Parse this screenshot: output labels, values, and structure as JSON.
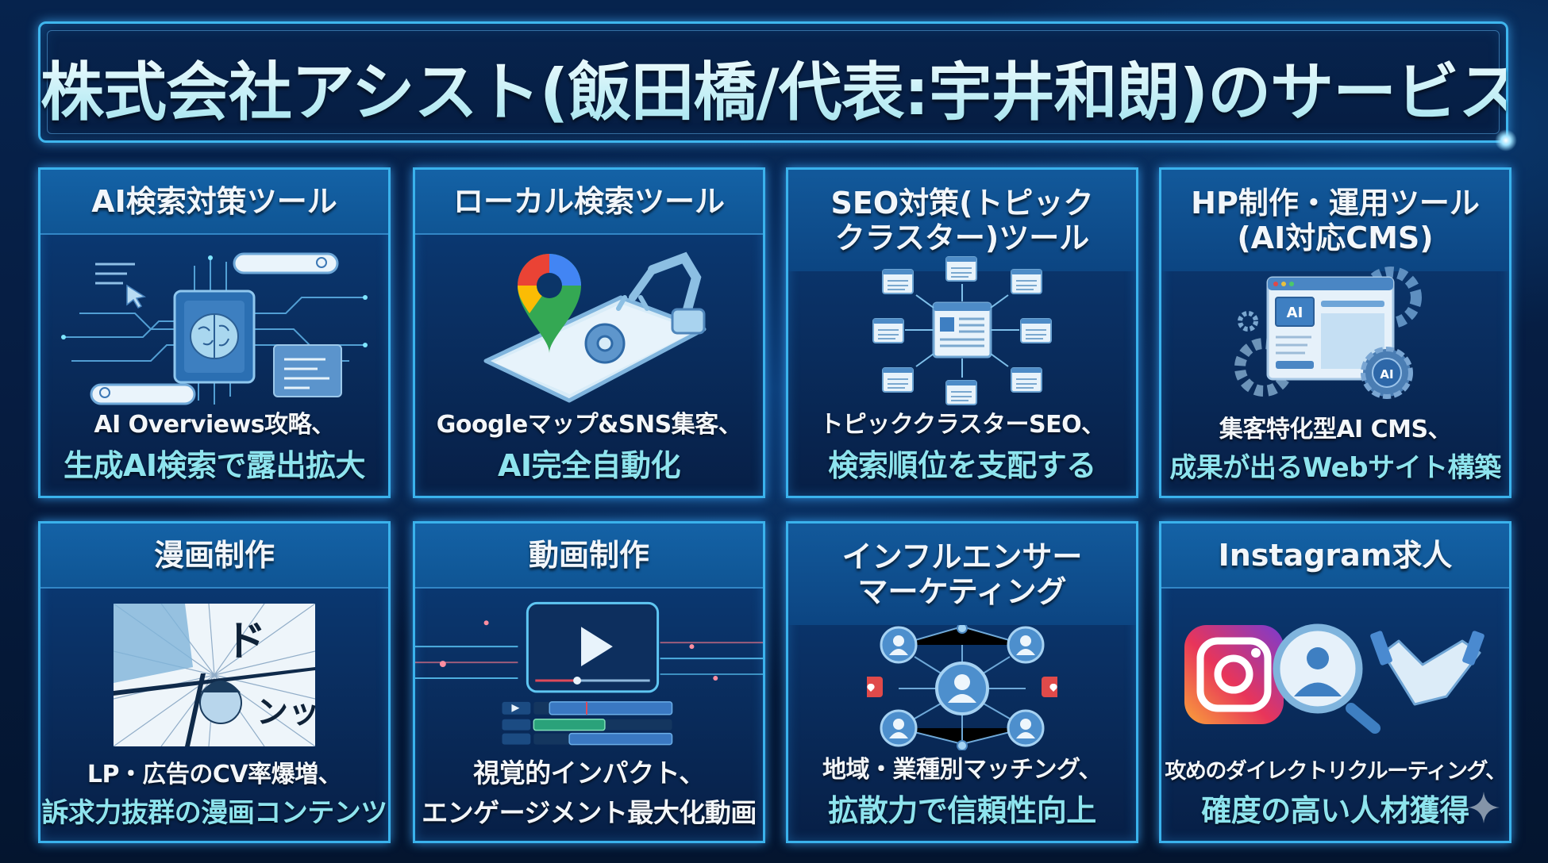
{
  "title": "株式会社アシスト(飯田橋/代表:宇井和朗)のサービス",
  "colors": {
    "background": "#061c40",
    "frame_glow": "#3ab2ec",
    "header_band": "#1462a6",
    "accent_text": "#8ee4ee",
    "body_text": "#f3f6f9"
  },
  "cards": [
    {
      "title": "AI検索対策ツール",
      "icon": "ai-chip-brain-search-icon",
      "line1": "AI Overviews攻略、",
      "line2": "生成AI検索で露出拡大"
    },
    {
      "title": "ローカル検索ツール",
      "icon": "map-pin-robot-arm-smartphone-icon",
      "line1": "Googleマップ&SNS集客、",
      "line2": "AI完全自動化"
    },
    {
      "title": "SEO対策(トピック\nクラスター)ツール",
      "icon": "topic-cluster-pages-icon",
      "line1": "トピッククラスターSEO、",
      "line2": "検索順位を支配する"
    },
    {
      "title": "HP制作・運用ツール\n(AI対応CMS)",
      "icon": "ai-cms-browser-gears-icon",
      "line1": "集客特化型AI CMS、",
      "line2": "成果が出るWebサイト構築"
    },
    {
      "title": "漫画制作",
      "icon": "manga-panel-icon",
      "line1": "LP・広告のCV率爆増、",
      "line2": "訴求力抜群の漫画コンテンツ"
    },
    {
      "title": "動画制作",
      "icon": "video-player-timeline-icon",
      "line1": "視覚的インパクト、",
      "line2": "エンゲージメント最大化動画"
    },
    {
      "title": "インフルエンサー\nマーケティング",
      "icon": "influencer-network-icon",
      "line1": "地域・業種別マッチング、",
      "line2": "拡散力で信頼性向上"
    },
    {
      "title": "Instagram求人",
      "icon": "instagram-search-handshake-icon",
      "line1": "攻めのダイレクトリクルーティング、",
      "line2": "確度の高い人材獲得"
    }
  ],
  "manga_sfx": [
    "ド",
    "ンッ"
  ]
}
